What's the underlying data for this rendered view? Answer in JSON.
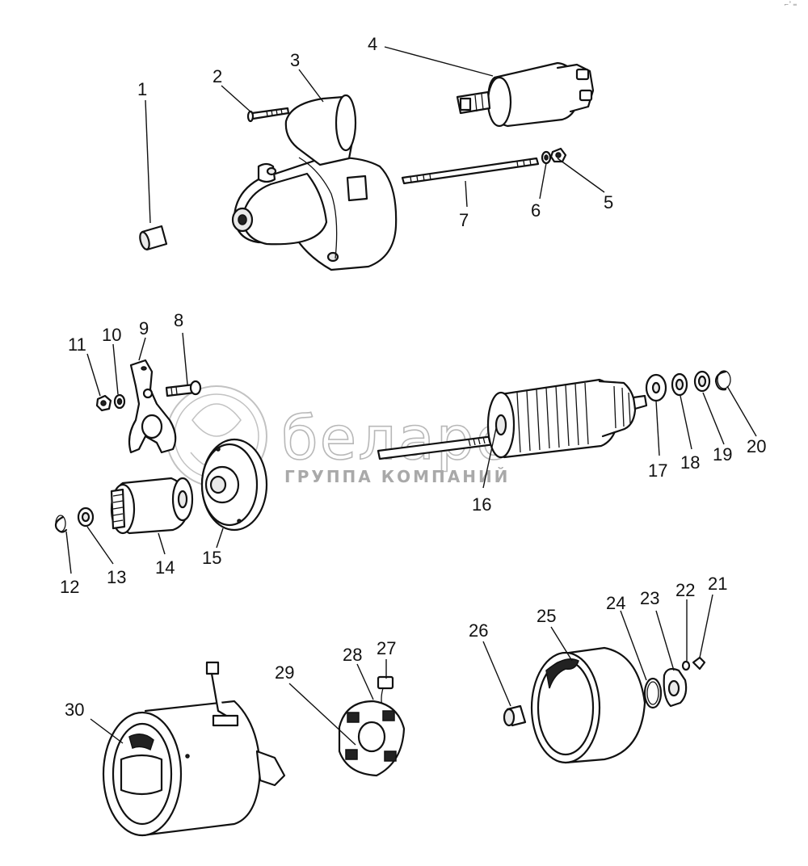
{
  "watermark": {
    "brand": "беларо",
    "subtitle": "ГРУППА КОМПАНИЙ"
  },
  "corner_mark": "⌐˚ ═",
  "callouts": [
    {
      "id": "1",
      "text": "1"
    },
    {
      "id": "2",
      "text": "2"
    },
    {
      "id": "3",
      "text": "3"
    },
    {
      "id": "4",
      "text": "4"
    },
    {
      "id": "5",
      "text": "5"
    },
    {
      "id": "6",
      "text": "6"
    },
    {
      "id": "7",
      "text": "7"
    },
    {
      "id": "8",
      "text": "8"
    },
    {
      "id": "9",
      "text": "9"
    },
    {
      "id": "10",
      "text": "10"
    },
    {
      "id": "11",
      "text": "11"
    },
    {
      "id": "12",
      "text": "12"
    },
    {
      "id": "13",
      "text": "13"
    },
    {
      "id": "14",
      "text": "14"
    },
    {
      "id": "15",
      "text": "15"
    },
    {
      "id": "16",
      "text": "16"
    },
    {
      "id": "17",
      "text": "17"
    },
    {
      "id": "18",
      "text": "18"
    },
    {
      "id": "19",
      "text": "19"
    },
    {
      "id": "20",
      "text": "20"
    },
    {
      "id": "21",
      "text": "21"
    },
    {
      "id": "22",
      "text": "22"
    },
    {
      "id": "23",
      "text": "23"
    },
    {
      "id": "24",
      "text": "24"
    },
    {
      "id": "25",
      "text": "25"
    },
    {
      "id": "26",
      "text": "26"
    },
    {
      "id": "27",
      "text": "27"
    },
    {
      "id": "28",
      "text": "28"
    },
    {
      "id": "29",
      "text": "29"
    },
    {
      "id": "30",
      "text": "30"
    }
  ]
}
